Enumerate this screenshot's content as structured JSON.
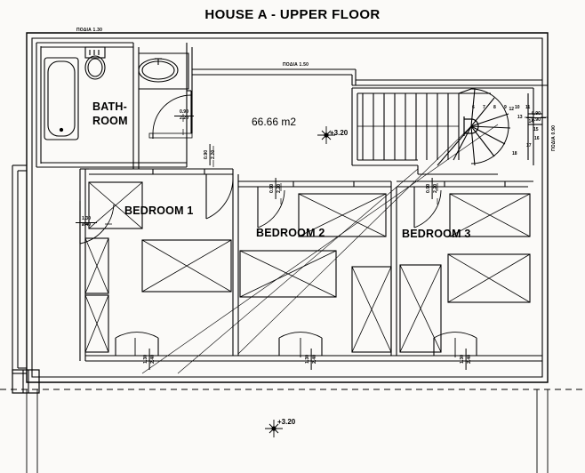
{
  "document": {
    "title": "HOUSE A - UPPER FLOOR",
    "drawing_type": "architectural-floor-plan"
  },
  "rooms": [
    {
      "id": "bathroom",
      "label_line1": "BATH-",
      "label_line2": "ROOM"
    },
    {
      "id": "bedroom-1",
      "label": "BEDROOM 1"
    },
    {
      "id": "bedroom-2",
      "label": "BEDROOM 2"
    },
    {
      "id": "bedroom-3",
      "label": "BEDROOM 3"
    }
  ],
  "annotations": {
    "floor_area": "66.66 m2",
    "elevation_upper": "+3.20",
    "elevation_lower": "+3.20"
  },
  "sill_notes": [
    {
      "id": "sill-bathroom",
      "text": "ΠΟΔΙΑ 1.30"
    },
    {
      "id": "sill-landing",
      "text": "ΠΟΔΙΑ 1.50"
    },
    {
      "id": "sill-stair",
      "text": "ΠΟΔΙΑ 0.90"
    }
  ],
  "openings": [
    {
      "id": "bathroom-door",
      "width": "0.90",
      "height": "2.20"
    },
    {
      "id": "bedroom1-window-north",
      "width": "0.90",
      "height": "2.20"
    },
    {
      "id": "bedroom1-corridor-door",
      "width": "0.90",
      "height": "2.20"
    },
    {
      "id": "bedroom1-balcony-door",
      "width": "1.30",
      "height": "2.40"
    },
    {
      "id": "bedroom2-door-north",
      "width": "0.90",
      "height": "2.20"
    },
    {
      "id": "bedroom3-door-north",
      "width": "0.90",
      "height": "2.20"
    },
    {
      "id": "stair-window",
      "width": "0.90",
      "height": "0.90"
    },
    {
      "id": "bedroom1-door-south",
      "width": "1.30",
      "height": "2.40"
    },
    {
      "id": "bedroom2-door-south",
      "width": "1.30",
      "height": "2.40"
    },
    {
      "id": "bedroom3-door-south",
      "width": "1.30",
      "height": "2.40"
    }
  ],
  "staircase": {
    "id": "main-stair",
    "step_numbers": [
      "6",
      "7",
      "8",
      "9",
      "10",
      "11",
      "12",
      "13",
      "14",
      "15",
      "16",
      "17",
      "18"
    ],
    "type": "winder-stair"
  },
  "colors": {
    "line": "#000000",
    "paper": "#fbfaf8",
    "hatch": "#000000"
  }
}
